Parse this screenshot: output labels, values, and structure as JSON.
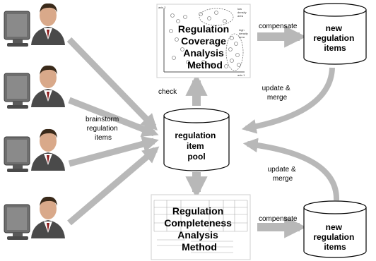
{
  "pool": {
    "lines": [
      "regulation",
      "item",
      "pool"
    ]
  },
  "coverage": {
    "title_lines": [
      "Regulation",
      "Coverage",
      "Analysis",
      "Method"
    ],
    "chart_axis_x": "axis 1",
    "chart_axis_y": "axis 2",
    "low_density_lines": [
      "low",
      "density",
      "area"
    ],
    "high_density_lines": [
      "high",
      "density",
      "area"
    ]
  },
  "completeness": {
    "title_lines": [
      "Regulation",
      "Completeness",
      "Analysis",
      "Method"
    ]
  },
  "new_items_top": {
    "lines": [
      "new",
      "regulation",
      "items"
    ]
  },
  "new_items_bottom": {
    "lines": [
      "new",
      "regulation",
      "items"
    ]
  },
  "labels": {
    "compensate_top": "compensate",
    "compensate_bottom": "compensate",
    "check": "check",
    "update_merge_top": [
      "update &",
      "merge"
    ],
    "update_merge_bottom": [
      "update &",
      "merge"
    ],
    "brainstorm": [
      "brainstorm",
      "regulation",
      "items"
    ]
  },
  "colors": {
    "arrow": "#b8b8b8",
    "cylinder_stroke": "#000000",
    "cylinder_fill": "#ffffff",
    "person_skin": "#d9a98a",
    "person_suit": "#4a4a4a",
    "monitor": "#6e6e6e"
  }
}
